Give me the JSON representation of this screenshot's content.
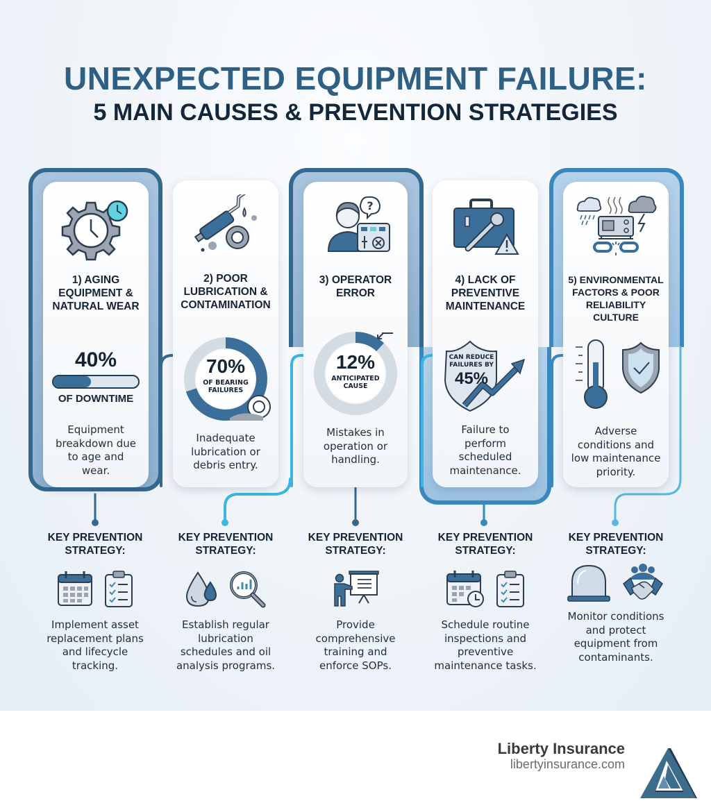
{
  "header": {
    "title": "UNEXPECTED EQUIPMENT FAILURE:",
    "subtitle": "5 MAIN CAUSES & PREVENTION STRATEGIES"
  },
  "colors": {
    "title": "#2f6083",
    "dark_blue": "#34688f",
    "light_blue": "#3aa7d9",
    "text_dark": "#142435",
    "gray": "#9aa5b1"
  },
  "causes": [
    {
      "number": "1)",
      "title_lines": [
        "1) AGING",
        "EQUIPMENT &",
        "NATURAL WEAR"
      ],
      "icon": "gear-clock-icon",
      "stat_value": "40%",
      "stat_label": "OF DOWNTIME",
      "stat_visual": "progress-bar",
      "desc_lines": [
        "Equipment",
        "breakdown due",
        "to age and",
        "wear."
      ],
      "strategy_heading_lines": [
        "KEY PREVENTION",
        "STRATEGY:"
      ],
      "strategy_icons": [
        "calendar-icon",
        "checklist-icon"
      ],
      "strategy_lines": [
        "Implement asset",
        "replacement plans",
        "and lifecycle",
        "tracking."
      ]
    },
    {
      "number": "2)",
      "title_lines": [
        "2) POOR",
        "LUBRICATION &",
        "CONTAMINATION"
      ],
      "icon": "grease-gun-gear-icon",
      "stat_value": "70%",
      "stat_label_lines": [
        "OF BEARING",
        "FAILURES"
      ],
      "stat_visual": "donut",
      "desc_lines": [
        "Inadequate",
        "lubrication or",
        "debris entry."
      ],
      "strategy_heading_lines": [
        "KEY PREVENTION",
        "STRATEGY:"
      ],
      "strategy_icons": [
        "oil-drops-icon",
        "magnifier-chart-icon"
      ],
      "strategy_lines": [
        "Establish regular",
        "lubrication",
        "schedules and oil",
        "analysis programs."
      ]
    },
    {
      "number": "3)",
      "title_lines": [
        "3) OPERATOR",
        "ERROR"
      ],
      "icon": "operator-control-panel-icon",
      "stat_value": "12%",
      "stat_label_lines": [
        "ANTICIPATED",
        "CAUSE"
      ],
      "stat_visual": "donut",
      "desc_lines": [
        "Mistakes in",
        "operation or",
        "handling."
      ],
      "strategy_heading_lines": [
        "KEY PREVENTION",
        "STRATEGY:"
      ],
      "strategy_icons": [
        "trainer-presentation-icon"
      ],
      "strategy_lines": [
        "Provide",
        "comprehensive",
        "training and",
        "enforce SOPs."
      ]
    },
    {
      "number": "4)",
      "title_lines": [
        "4) LACK OF",
        "PREVENTIVE",
        "MAINTENANCE"
      ],
      "icon": "toolbox-warning-icon",
      "stat_value": "45%",
      "stat_label_lines": [
        "CAN REDUCE",
        "FAILURES BY"
      ],
      "stat_visual": "shield-arrow",
      "desc_lines": [
        "Failure to",
        "perform",
        "scheduled",
        "maintenance."
      ],
      "strategy_heading_lines": [
        "KEY PREVENTION",
        "STRATEGY:"
      ],
      "strategy_icons": [
        "calendar-clock-icon",
        "checklist-icon"
      ],
      "strategy_lines": [
        "Schedule routine",
        "inspections and",
        "preventive",
        "maintenance tasks."
      ]
    },
    {
      "number": "5)",
      "title_lines": [
        "5) ENVIRONMENTAL",
        "FACTORS & POOR",
        "RELIABILITY",
        "CULTURE"
      ],
      "icon": "weather-machine-broken-chain-icon",
      "stat_visual": "thermometer-shield",
      "desc_lines": [
        "Adverse",
        "conditions and",
        "low maintenance",
        "priority."
      ],
      "strategy_heading_lines": [
        "KEY PREVENTION",
        "STRATEGY:"
      ],
      "strategy_icons": [
        "protective-cover-icon",
        "team-handshake-icon"
      ],
      "strategy_lines": [
        "Monitor conditions",
        "and protect",
        "equipment from",
        "contaminants."
      ]
    }
  ],
  "footer": {
    "brand_name": "Liberty Insurance",
    "brand_url": "libertyinsurance.com"
  }
}
